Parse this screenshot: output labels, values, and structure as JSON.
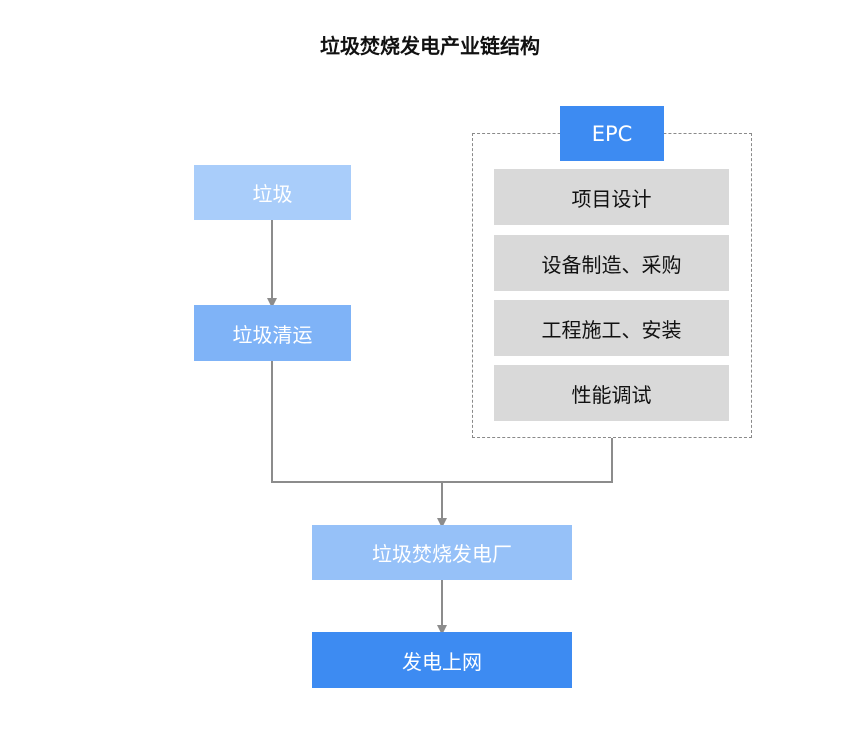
{
  "diagram": {
    "title": "垃圾焚烧发电产业链结构",
    "nodes": {
      "garbage": {
        "label": "垃圾",
        "color": "#a9cdfa"
      },
      "garbage_transport": {
        "label": "垃圾清运",
        "color": "#7fb3f7"
      },
      "plant": {
        "label": "垃圾焚烧发电厂",
        "color": "#96c1f8"
      },
      "grid": {
        "label": "发电上网",
        "color": "#3d8bf2"
      }
    },
    "epc": {
      "label": "EPC",
      "items": [
        {
          "label": "项目设计"
        },
        {
          "label": "设备制造、采购"
        },
        {
          "label": "工程施工、安装"
        },
        {
          "label": "性能调试"
        }
      ]
    },
    "colors": {
      "epc_header": "#3d8bf2",
      "epc_item": "#d9d9d9",
      "connector": "#8c8c8c"
    }
  }
}
